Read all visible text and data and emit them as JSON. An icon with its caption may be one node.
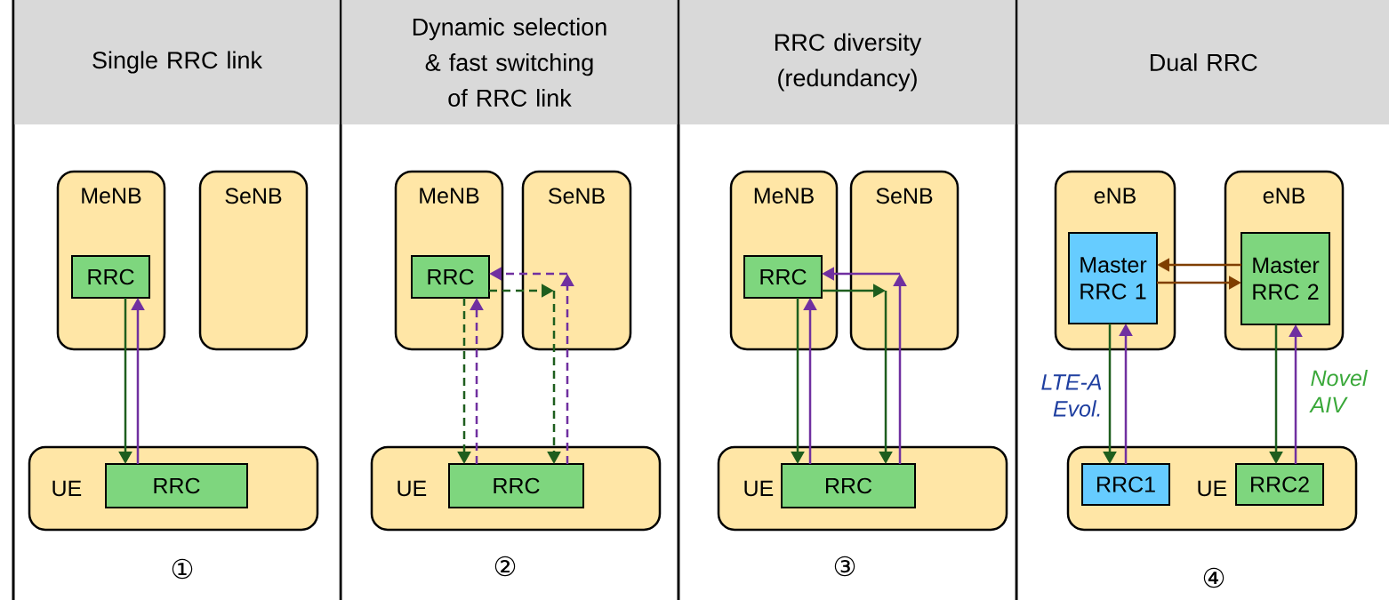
{
  "diagram": {
    "nodes": [
      {
        "text": [
          "Single RRC link"
        ]
      },
      {
        "text": [
          "MeNB"
        ]
      },
      {
        "text": [
          "RRC"
        ],
        "in": 1
      },
      {
        "text": [
          "SeNB"
        ]
      },
      {
        "text": [
          "UE"
        ]
      },
      {
        "text": [
          "RRC"
        ],
        "in": 4
      },
      {
        "text": [
          "Dynamic selection & fast switching of RRC link"
        ]
      },
      {
        "text": [
          "MeNB"
        ]
      },
      {
        "text": [
          "RRC"
        ],
        "in": 7
      },
      {
        "text": [
          "SeNB"
        ]
      },
      {
        "text": [
          "UE"
        ]
      },
      {
        "text": [
          "RRC"
        ],
        "in": 10
      },
      {
        "text": [
          "RRC diversity (redundancy)"
        ]
      },
      {
        "text": [
          "MeNB"
        ]
      },
      {
        "text": [
          "RRC"
        ],
        "in": 13
      },
      {
        "text": [
          "SeNB"
        ]
      },
      {
        "text": [
          "UE"
        ]
      },
      {
        "text": [
          "RRC"
        ],
        "in": 16
      },
      {
        "text": [
          "Dual RRC"
        ]
      },
      {
        "text": [
          "eNB"
        ]
      },
      {
        "text": [
          "Master RRC 1"
        ],
        "in": 19
      },
      {
        "text": [
          "eNB"
        ]
      },
      {
        "text": [
          "Master RRC 2"
        ],
        "in": 21
      },
      {
        "text": [
          "UE"
        ]
      },
      {
        "text": [
          "RRC1"
        ],
        "in": 23
      },
      {
        "text": [
          "RRC2"
        ],
        "in": 23
      }
    ],
    "edges": [
      {
        "from": 2,
        "to": 5,
        "arrow": "to",
        "color": "#1e5e1e"
      },
      {
        "from": 5,
        "to": 2,
        "arrow": "to",
        "color": "#7030a0"
      },
      {
        "from": 8,
        "to": 11,
        "arrow": "to",
        "style": "dashed",
        "color": "#1e5e1e"
      },
      {
        "from": 11,
        "to": 8,
        "arrow": "to",
        "style": "dashed",
        "color": "#7030a0"
      },
      {
        "from": 8,
        "to": 9,
        "arrow": "to",
        "style": "dashed",
        "color": "#1e5e1e"
      },
      {
        "from": 9,
        "to": 11,
        "arrow": "to",
        "style": "dashed",
        "color": "#1e5e1e"
      },
      {
        "from": 11,
        "to": 9,
        "arrow": "to",
        "style": "dashed",
        "color": "#7030a0"
      },
      {
        "from": 9,
        "to": 8,
        "arrow": "to",
        "style": "dashed",
        "color": "#7030a0"
      },
      {
        "from": 14,
        "to": 17,
        "arrow": "to",
        "color": "#1e5e1e"
      },
      {
        "from": 17,
        "to": 14,
        "arrow": "to",
        "color": "#7030a0"
      },
      {
        "from": 14,
        "to": 15,
        "arrow": "to",
        "color": "#1e5e1e"
      },
      {
        "from": 15,
        "to": 17,
        "arrow": "to",
        "color": "#1e5e1e"
      },
      {
        "from": 17,
        "to": 15,
        "arrow": "to",
        "color": "#7030a0"
      },
      {
        "from": 15,
        "to": 14,
        "arrow": "to",
        "color": "#7030a0"
      },
      {
        "from": 20,
        "to": 24,
        "arrow": "to",
        "color": "#1e5e1e"
      },
      {
        "from": 24,
        "to": 20,
        "arrow": "to",
        "color": "#7030a0"
      },
      {
        "from": 22,
        "to": 25,
        "arrow": "to",
        "color": "#1e5e1e"
      },
      {
        "from": 25,
        "to": 22,
        "arrow": "to",
        "color": "#7030a0"
      },
      {
        "from": 22,
        "to": 20,
        "arrow": "to",
        "color": "#7f3f00"
      },
      {
        "from": 20,
        "to": 22,
        "arrow": "to",
        "color": "#7f3f00"
      }
    ],
    "labels": [
      "LTE-A Evol.",
      "Novel AIV",
      "①",
      "②",
      "③",
      "④"
    ]
  }
}
